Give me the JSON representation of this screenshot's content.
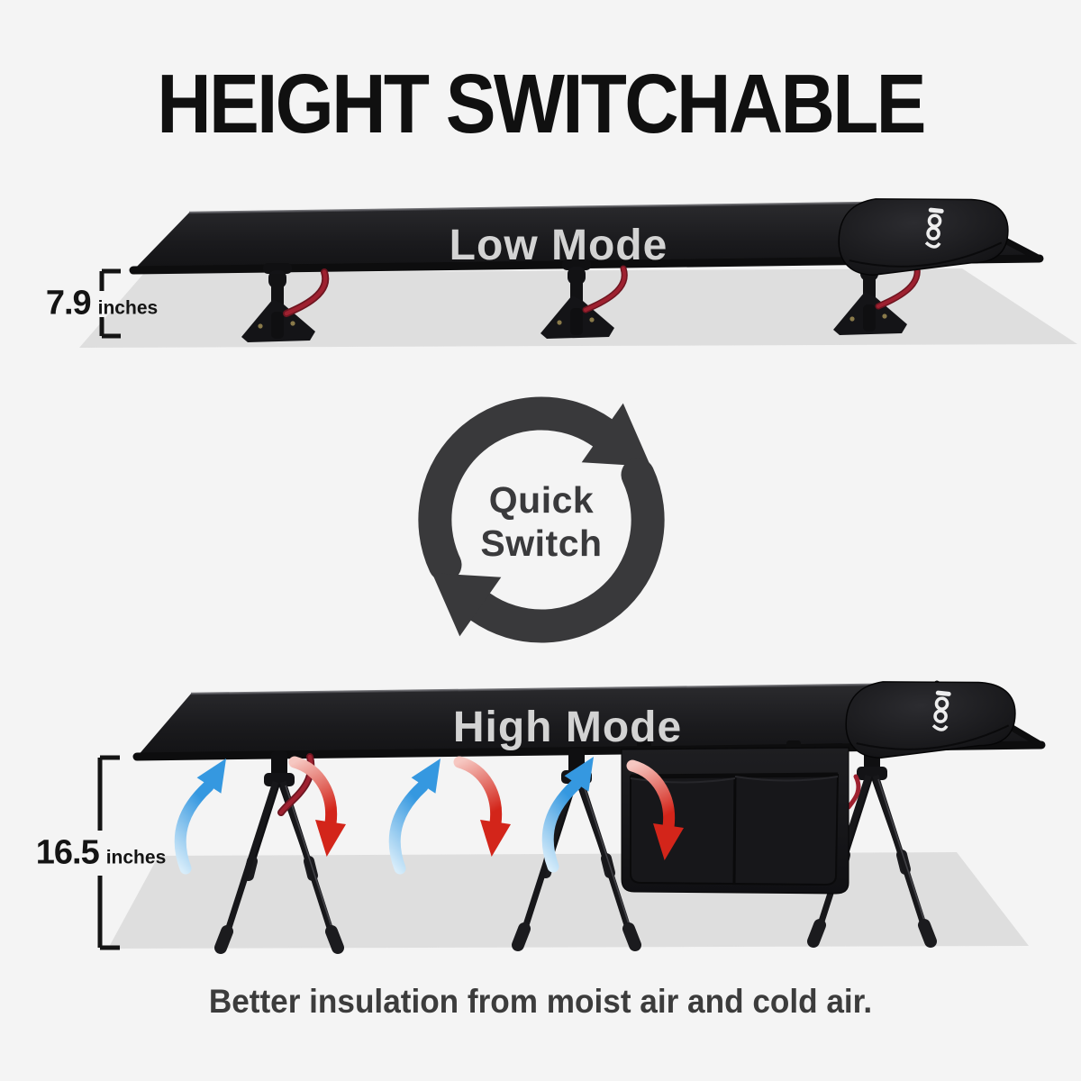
{
  "title": "HEIGHT SWITCHABLE",
  "low": {
    "label": "Low Mode",
    "height": "7.9",
    "unit": "inches"
  },
  "switch": {
    "line1": "Quick",
    "line2": "Switch"
  },
  "high": {
    "label": "High Mode",
    "height": "16.5",
    "unit": "inches"
  },
  "caption": "Better insulation from moist air and cold air.",
  "colors": {
    "background": "#f4f4f4",
    "ink": "#101010",
    "charcoal": "#3a3a3c",
    "cot_black": "#1b1b1e",
    "mode_label_gray": "#d3d3d3",
    "ground_shadow": "#d8d8d8",
    "airflow_blue": "#3598e0",
    "airflow_red": "#d3251a",
    "bungee_red": "#9e2130"
  },
  "graphics": {
    "cycle_arrows_icon": "two curved arrows forming a clockwise loop",
    "airflow_up_arrow_count": 3,
    "airflow_down_arrow_count": 3,
    "measurement_bracket_count": 2
  }
}
